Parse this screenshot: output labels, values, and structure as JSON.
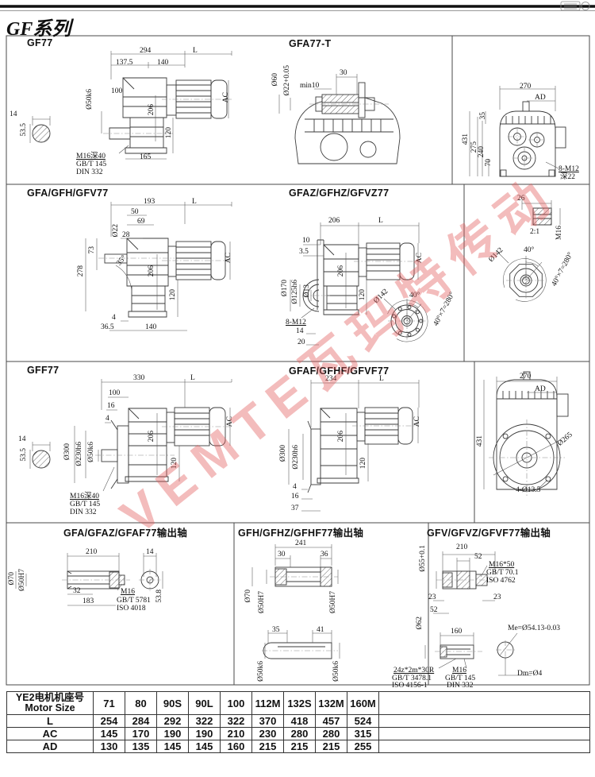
{
  "header": {
    "title": "GF系列"
  },
  "watermark": {
    "text": "VEMTE瓦玛特传动"
  },
  "panels": {
    "gf77": {
      "title": "GF77",
      "labels": {
        "w294": "294",
        "L": "L",
        "w137": "137.5",
        "w140": "140",
        "d50": "Ø50k6",
        "h100": "100",
        "h206": "206",
        "ac": "AC",
        "h120": "120",
        "w165": "165",
        "k14": "14",
        "k53": "53.5",
        "m16": "M16深40",
        "gb": "GB/T 145",
        "din": "DIN 332"
      }
    },
    "gfa77t": {
      "title": "GFA77-T",
      "labels": {
        "d60": "Ø60",
        "d22": "Ø22+0.05",
        "min10": "min10",
        "w30": "30"
      }
    },
    "rear_top": {
      "labels": {
        "w270": "270",
        "ad": "AD",
        "h431": "431",
        "h35": "35",
        "h275": "275",
        "h240": "240",
        "h70": "70",
        "tap": "8-M12",
        "depth": "深22"
      }
    },
    "gfa": {
      "title": "GFA/GFH/GFV77",
      "labels": {
        "w193": "193",
        "L": "L",
        "w50": "50",
        "w69": "69",
        "d22": "Ø22",
        "w28": "28",
        "h73": "73",
        "h278": "278",
        "ang": "35°",
        "h206": "206",
        "ac": "AC",
        "h120": "120",
        "w4": "4",
        "w36": "36.5",
        "w140": "140"
      }
    },
    "gfaz": {
      "title": "GFAZ/GFHZ/GFVZ77",
      "labels": {
        "w206": "206",
        "L": "L",
        "w10": "10",
        "w3": "3.5",
        "d170": "Ø170",
        "d125": "Ø125h6",
        "d13": "Ø13",
        "h206": "206",
        "ac": "AC",
        "h120": "120",
        "tap": "8-M12",
        "w14": "14",
        "w20": "20",
        "d142": "Ø142",
        "a40": "40°",
        "a280": "40°×7=280°"
      }
    },
    "detail": {
      "labels": {
        "w26": "26",
        "scale": "2:1",
        "m16": "M16",
        "d142": "Ø142",
        "a40": "40°",
        "a280": "40°×7=280°"
      }
    },
    "gff": {
      "title": "GFF77",
      "labels": {
        "w330": "330",
        "L": "L",
        "h100": "100",
        "h16": "16",
        "h4": "4",
        "d300": "Ø300",
        "d230": "Ø230h6",
        "d50": "Ø50k6",
        "h206": "206",
        "ac": "AC",
        "h120": "120",
        "k14": "14",
        "k53": "53.5",
        "m16": "M16深40",
        "gb": "GB/T 145",
        "din": "DIN 332"
      }
    },
    "gfaf": {
      "title": "GFAF/GFHF/GFVF77",
      "labels": {
        "w234": "234",
        "L": "L",
        "d300": "Ø300",
        "d230": "Ø230h6",
        "h206": "206",
        "ac": "AC",
        "h120": "120",
        "h4": "4",
        "h16": "16",
        "h37": "37"
      }
    },
    "rear_bot": {
      "labels": {
        "w270": "270",
        "ad": "AD",
        "h431": "431",
        "d265": "Ø265",
        "holes": "4-Ø13.5"
      }
    },
    "out_a": {
      "title": "GFA/GFAZ/GFAF77输出轴",
      "labels": {
        "w210": "210",
        "w14": "14",
        "d70": "Ø70",
        "d50": "Ø50H7",
        "w32": "32",
        "w183": "183",
        "m16": "M16",
        "gb": "GB/T 5781",
        "iso": "ISO 4018",
        "h53": "53.8"
      }
    },
    "out_h": {
      "title": "GFH/GFHZ/GFHF77输出轴",
      "labels": {
        "w241": "241",
        "w30": "30",
        "w36": "36",
        "d70": "Ø70",
        "d50l": "Ø50H7",
        "d50r": "Ø50H7",
        "w35": "35",
        "w41": "41",
        "d50kl": "Ø50k6",
        "d50kr": "Ø50k6"
      }
    },
    "out_v": {
      "title": "GFV/GFVZ/GFVF77输出轴",
      "labels": {
        "d55": "Ø55+0.1",
        "w210": "210",
        "w52": "52",
        "m16": "M16*50",
        "gb70": "GB/T 70.1",
        "iso": "ISO 4762",
        "w23l": "23",
        "w23r": "23",
        "h52": "52",
        "d62": "Ø62",
        "w160": "160",
        "spline": "24z*2m*30R",
        "gb3478": "GB/T 3478.1",
        "iso4156": "ISO 4156-1",
        "m16b": "M16",
        "gb145": "GB/T 145",
        "din": "DIN 332",
        "me": "Me=Ø54.13-0.03",
        "dm": "Dm=Ø4"
      }
    }
  },
  "table": {
    "header_cn": "YE2电机机座号",
    "header_en": "Motor Size",
    "columns": [
      "71",
      "80",
      "90S",
      "90L",
      "100",
      "112M",
      "132S",
      "132M",
      "160M"
    ],
    "rows": [
      {
        "label": "L",
        "values": [
          "254",
          "284",
          "292",
          "322",
          "322",
          "370",
          "418",
          "457",
          "524"
        ]
      },
      {
        "label": "AC",
        "values": [
          "145",
          "170",
          "190",
          "190",
          "210",
          "230",
          "280",
          "280",
          "315"
        ]
      },
      {
        "label": "AD",
        "values": [
          "130",
          "135",
          "145",
          "145",
          "160",
          "215",
          "215",
          "215",
          "255"
        ]
      }
    ]
  }
}
